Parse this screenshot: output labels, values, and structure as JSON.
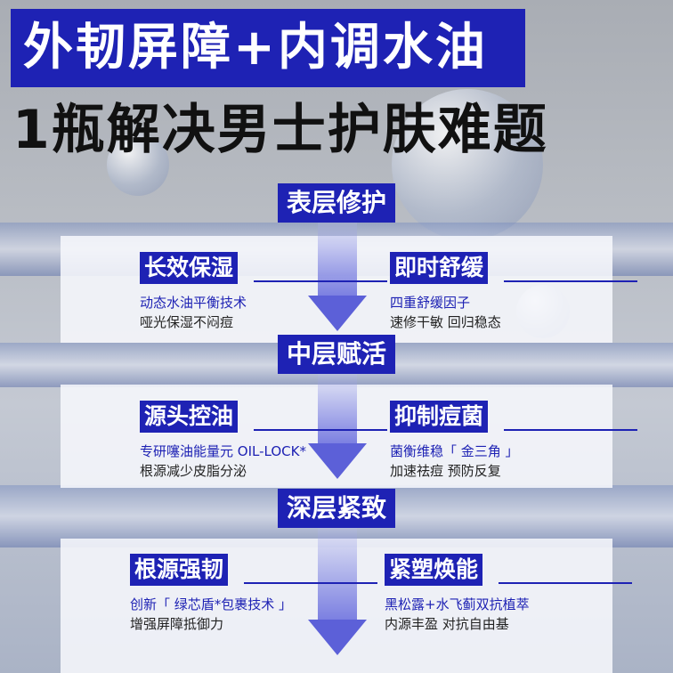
{
  "title_line1": "外韧屏障+内调水油",
  "title_line2": "1瓶解决男士护肤难题",
  "stages": [
    {
      "label": "表层修护",
      "features": [
        {
          "title": "长效保湿",
          "line1": "动态水油平衡技术",
          "line2": "哑光保湿不闷痘"
        },
        {
          "title": "即时舒缓",
          "line1": "四重舒缓因子",
          "line2": "速修干敏 回归稳态"
        }
      ]
    },
    {
      "label": "中层赋活",
      "features": [
        {
          "title": "源头控油",
          "line1": "专研噻油能量元 OIL-LOCK*",
          "line2": "根源减少皮脂分泌"
        },
        {
          "title": "抑制痘菌",
          "line1": "菌衡维稳「 金三角 」",
          "line2": "加速祛痘 预防反复"
        }
      ]
    },
    {
      "label": "深层紧致",
      "features": [
        {
          "title": "根源强韧",
          "line1": "创新「 绿芯盾*包裹技术 」",
          "line2": "增强屏障抵御力"
        },
        {
          "title": "紧塑焕能",
          "line1": "黑松露+水飞蓟双抗植萃",
          "line2": "内源丰盈 对抗自由基"
        }
      ]
    }
  ],
  "colors": {
    "brand_blue": "#1e22b4"
  }
}
